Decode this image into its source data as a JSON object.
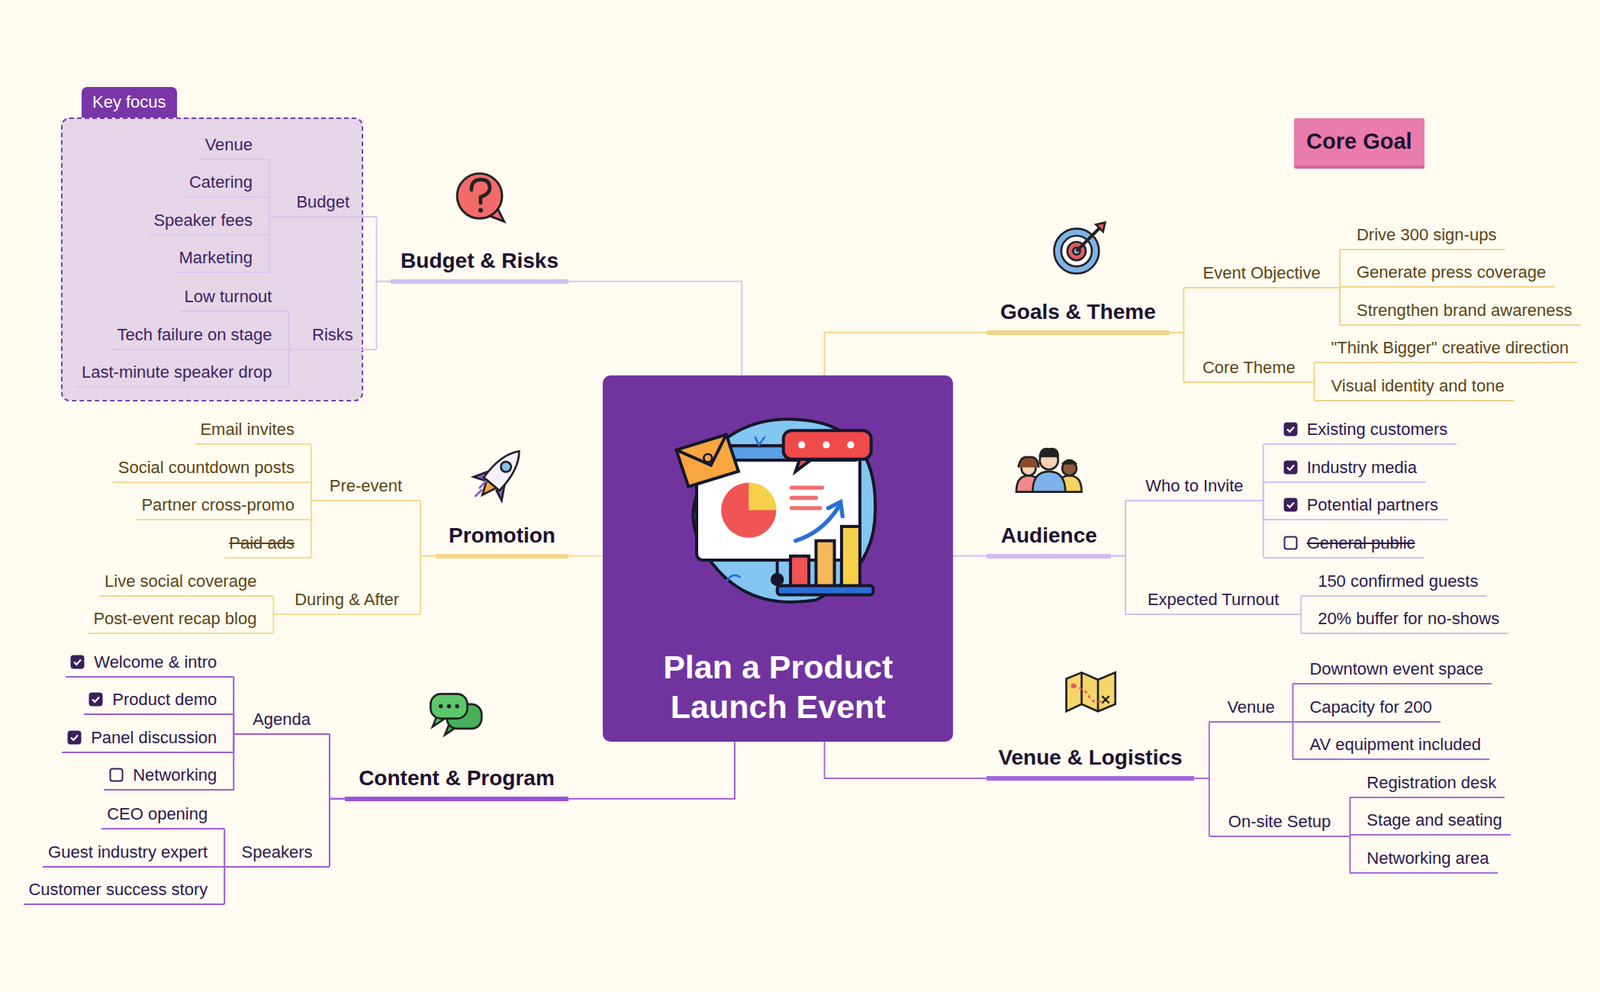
{
  "diagram": {
    "nodes": [
      {
        "text": [
          "Plan a Product Launch Event"
        ]
      },
      {
        "text": [
          "Budget & Risks"
        ]
      },
      {
        "text": [
          "Key focus"
        ]
      },
      {
        "text": [
          "Budget"
        ],
        "in": 2
      },
      {
        "text": [
          "Venue"
        ],
        "in": 2
      },
      {
        "text": [
          "Catering"
        ],
        "in": 2
      },
      {
        "text": [
          "Speaker fees"
        ],
        "in": 2
      },
      {
        "text": [
          "Marketing"
        ],
        "in": 2
      },
      {
        "text": [
          "Risks"
        ],
        "in": 2
      },
      {
        "text": [
          "Low turnout"
        ],
        "in": 2
      },
      {
        "text": [
          "Tech failure on stage"
        ],
        "in": 2
      },
      {
        "text": [
          "Last-minute speaker drop"
        ],
        "in": 2
      },
      {
        "text": [
          "Promotion"
        ]
      },
      {
        "text": [
          "Pre-event"
        ]
      },
      {
        "text": [
          "Email invites"
        ]
      },
      {
        "text": [
          "Social countdown posts"
        ]
      },
      {
        "text": [
          "Partner cross-promo"
        ]
      },
      {
        "text": [
          "Paid ads"
        ]
      },
      {
        "text": [
          "During & After"
        ]
      },
      {
        "text": [
          "Live social coverage"
        ]
      },
      {
        "text": [
          "Post-event recap blog"
        ]
      },
      {
        "text": [
          "Content & Program"
        ]
      },
      {
        "text": [
          "Agenda"
        ]
      },
      {
        "text": [
          "Welcome & intro"
        ]
      },
      {
        "text": [
          "Product demo"
        ]
      },
      {
        "text": [
          "Panel discussion"
        ]
      },
      {
        "text": [
          "Networking"
        ]
      },
      {
        "text": [
          "Speakers"
        ]
      },
      {
        "text": [
          "CEO opening"
        ]
      },
      {
        "text": [
          "Guest industry expert"
        ]
      },
      {
        "text": [
          "Customer success story"
        ]
      },
      {
        "text": [
          "Core Goal"
        ]
      },
      {
        "text": [
          "Goals & Theme"
        ]
      },
      {
        "text": [
          "Event Objective"
        ]
      },
      {
        "text": [
          "Drive 300 sign-ups"
        ]
      },
      {
        "text": [
          "Generate press coverage"
        ]
      },
      {
        "text": [
          "Strengthen brand awareness"
        ]
      },
      {
        "text": [
          "Core Theme"
        ]
      },
      {
        "text": [
          "\"Think Bigger\" creative direction"
        ]
      },
      {
        "text": [
          "Visual identity and tone"
        ]
      },
      {
        "text": [
          "Audience"
        ]
      },
      {
        "text": [
          "Who to Invite"
        ]
      },
      {
        "text": [
          "Existing customers"
        ]
      },
      {
        "text": [
          "Industry media"
        ]
      },
      {
        "text": [
          "Potential partners"
        ]
      },
      {
        "text": [
          "General public"
        ]
      },
      {
        "text": [
          "Expected Turnout"
        ]
      },
      {
        "text": [
          "150 confirmed guests"
        ]
      },
      {
        "text": [
          "20% buffer for no-shows"
        ]
      },
      {
        "text": [
          "Venue & Logistics"
        ]
      },
      {
        "text": [
          "Venue"
        ]
      },
      {
        "text": [
          "Downtown event space"
        ]
      },
      {
        "text": [
          "Capacity for 200"
        ]
      },
      {
        "text": [
          "AV equipment included"
        ]
      },
      {
        "text": [
          "On-site Setup"
        ]
      },
      {
        "text": [
          "Registration desk"
        ]
      },
      {
        "text": [
          "Stage and seating"
        ]
      },
      {
        "text": [
          "Networking area"
        ]
      }
    ],
    "edges": [
      {
        "from": 0,
        "to": 1,
        "arrow": "none"
      },
      {
        "from": 0,
        "to": 12,
        "arrow": "none"
      },
      {
        "from": 0,
        "to": 21,
        "arrow": "none"
      },
      {
        "from": 0,
        "to": 32,
        "arrow": "none"
      },
      {
        "from": 0,
        "to": 40,
        "arrow": "none"
      },
      {
        "from": 0,
        "to": 49,
        "arrow": "none"
      },
      {
        "from": 1,
        "to": 3,
        "arrow": "none"
      },
      {
        "from": 3,
        "to": 4,
        "arrow": "none"
      },
      {
        "from": 3,
        "to": 5,
        "arrow": "none"
      },
      {
        "from": 3,
        "to": 6,
        "arrow": "none"
      },
      {
        "from": 3,
        "to": 7,
        "arrow": "none"
      },
      {
        "from": 1,
        "to": 8,
        "arrow": "none"
      },
      {
        "from": 8,
        "to": 9,
        "arrow": "none"
      },
      {
        "from": 8,
        "to": 10,
        "arrow": "none"
      },
      {
        "from": 8,
        "to": 11,
        "arrow": "none"
      },
      {
        "from": 12,
        "to": 13,
        "arrow": "none"
      },
      {
        "from": 13,
        "to": 14,
        "arrow": "none"
      },
      {
        "from": 13,
        "to": 15,
        "arrow": "none"
      },
      {
        "from": 13,
        "to": 16,
        "arrow": "none"
      },
      {
        "from": 13,
        "to": 17,
        "arrow": "none"
      },
      {
        "from": 12,
        "to": 18,
        "arrow": "none"
      },
      {
        "from": 18,
        "to": 19,
        "arrow": "none"
      },
      {
        "from": 18,
        "to": 20,
        "arrow": "none"
      },
      {
        "from": 21,
        "to": 22,
        "arrow": "none"
      },
      {
        "from": 22,
        "to": 23,
        "arrow": "none"
      },
      {
        "from": 22,
        "to": 24,
        "arrow": "none"
      },
      {
        "from": 22,
        "to": 25,
        "arrow": "none"
      },
      {
        "from": 22,
        "to": 26,
        "arrow": "none"
      },
      {
        "from": 21,
        "to": 27,
        "arrow": "none"
      },
      {
        "from": 27,
        "to": 28,
        "arrow": "none"
      },
      {
        "from": 27,
        "to": 29,
        "arrow": "none"
      },
      {
        "from": 27,
        "to": 30,
        "arrow": "none"
      },
      {
        "from": 32,
        "to": 33,
        "arrow": "none"
      },
      {
        "from": 33,
        "to": 34,
        "arrow": "none"
      },
      {
        "from": 33,
        "to": 35,
        "arrow": "none"
      },
      {
        "from": 33,
        "to": 36,
        "arrow": "none"
      },
      {
        "from": 32,
        "to": 37,
        "arrow": "none"
      },
      {
        "from": 37,
        "to": 38,
        "arrow": "none"
      },
      {
        "from": 37,
        "to": 39,
        "arrow": "none"
      },
      {
        "from": 40,
        "to": 41,
        "arrow": "none"
      },
      {
        "from": 41,
        "to": 42,
        "arrow": "none"
      },
      {
        "from": 41,
        "to": 43,
        "arrow": "none"
      },
      {
        "from": 41,
        "to": 44,
        "arrow": "none"
      },
      {
        "from": 41,
        "to": 45,
        "arrow": "none"
      },
      {
        "from": 40,
        "to": 46,
        "arrow": "none"
      },
      {
        "from": 46,
        "to": 47,
        "arrow": "none"
      },
      {
        "from": 46,
        "to": 48,
        "arrow": "none"
      },
      {
        "from": 49,
        "to": 50,
        "arrow": "none"
      },
      {
        "from": 50,
        "to": 51,
        "arrow": "none"
      },
      {
        "from": 50,
        "to": 52,
        "arrow": "none"
      },
      {
        "from": 50,
        "to": 53,
        "arrow": "none"
      },
      {
        "from": 49,
        "to": 54,
        "arrow": "none"
      },
      {
        "from": 54,
        "to": 55,
        "arrow": "none"
      },
      {
        "from": 54,
        "to": 56,
        "arrow": "none"
      },
      {
        "from": 54,
        "to": 57,
        "arrow": "none"
      }
    ]
  }
}
